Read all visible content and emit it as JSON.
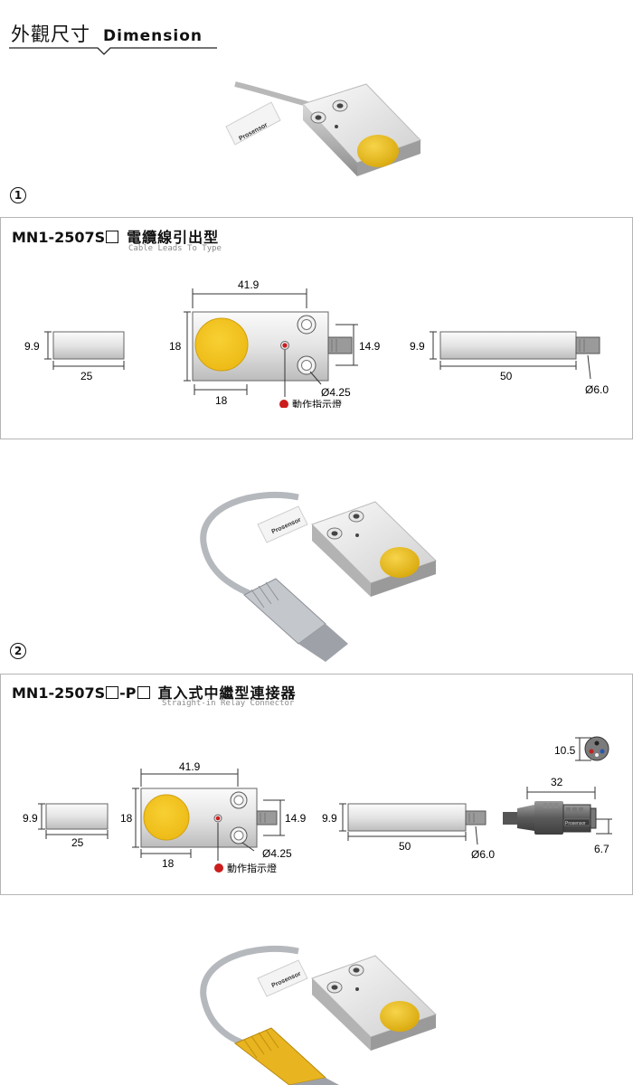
{
  "header": {
    "title_zh": "外觀尺寸",
    "title_en": "Dimension"
  },
  "sections": [
    {
      "number": "1",
      "model": "MN1-2507S",
      "model_suffix": "",
      "name_zh": "電纜線引出型",
      "name_en": "Cable Leads To Type",
      "dims": {
        "side_h": "9.9",
        "side_w": "25",
        "top_w": "41.9",
        "top_h": "18",
        "hole_span": "14.9",
        "face_w": "18",
        "hole_d": "Ø4.25",
        "body_len": "50",
        "cable_d": "Ø6.0"
      },
      "indicator": "動作指示燈"
    },
    {
      "number": "2",
      "model": "MN1-2507S",
      "model_suffix": "-P",
      "name_zh": "直入式中繼型連接器",
      "name_en": "Straight-in Relay Connector",
      "dims": {
        "side_h": "9.9",
        "side_w": "25",
        "top_w": "41.9",
        "top_h": "18",
        "hole_span": "14.9",
        "face_w": "18",
        "hole_d": "Ø4.25",
        "body_len": "50",
        "cable_d": "Ø6.0",
        "conn_len": "32",
        "conn_d": "10.5",
        "conn_h": "6.7"
      },
      "indicator": "動作指示燈"
    }
  ],
  "product_label": "Prosensor",
  "colors": {
    "face": "#f2c51c",
    "led": "#cc1d1d",
    "accent_connector": "#e8b420"
  }
}
